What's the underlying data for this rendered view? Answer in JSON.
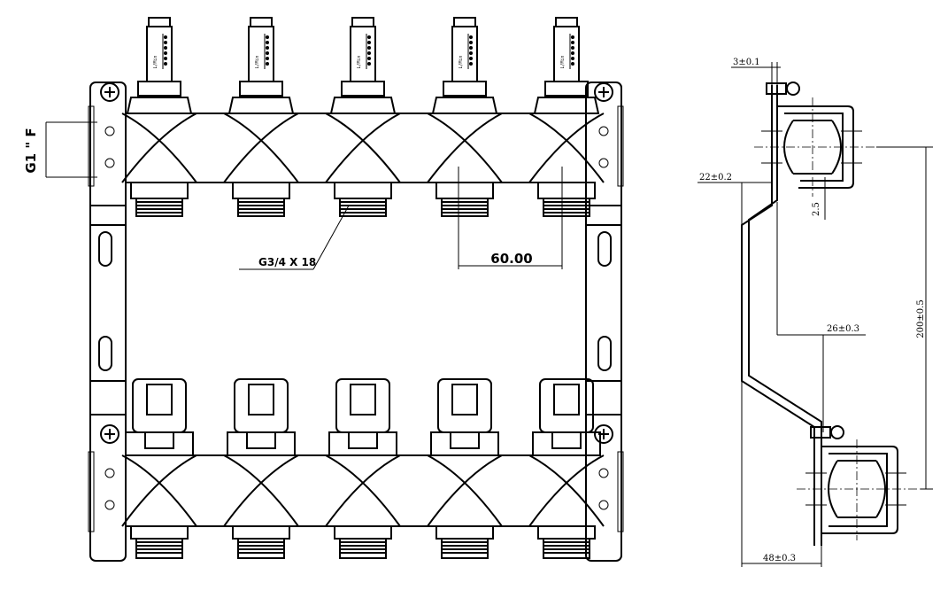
{
  "front_view": {
    "inlet_thread_label": "G1 \" F",
    "outlet_thread_label": "G3/4 X 18",
    "spacing_label": "60.00",
    "flowmeter_scale_label": "L/Min",
    "circuits": 5
  },
  "side_view": {
    "dimensions": [
      {
        "id": "bolt-offset",
        "text": "3±0.1"
      },
      {
        "id": "bracket-depth",
        "text": "22±0.2"
      },
      {
        "id": "clip-gap",
        "text": "2.5"
      },
      {
        "id": "pipe-offset",
        "text": "26±0.3"
      },
      {
        "id": "pipe-centers",
        "text": "200±0.5"
      },
      {
        "id": "base-width",
        "text": "48±0.3"
      }
    ]
  }
}
